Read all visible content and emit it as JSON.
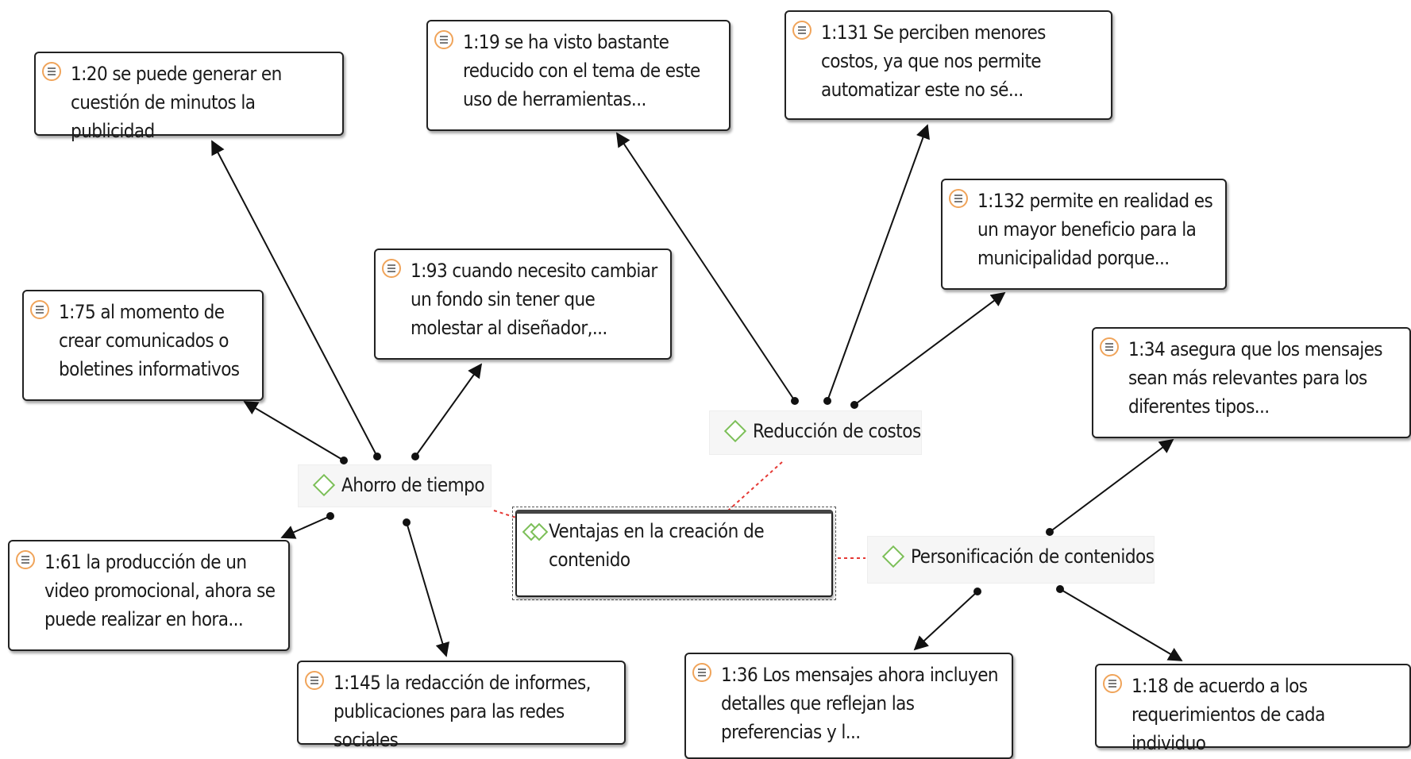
{
  "central": {
    "label": "Ventajas en la creación de contenido"
  },
  "codes": [
    {
      "id": "ahorro",
      "label": "Ahorro de tiempo"
    },
    {
      "id": "reduccion",
      "label": "Reducción de costos"
    },
    {
      "id": "personificacion",
      "label": "Personificación de contenidos"
    }
  ],
  "quotes": [
    {
      "id": "q1_20",
      "text": "1:20 se puede generar en cuestión de minutos la publicidad"
    },
    {
      "id": "q1_19",
      "text": "1:19 se ha visto bastante reducido con el tema de este uso de herramientas..."
    },
    {
      "id": "q1_131",
      "text": "1:131 Se perciben menores costos, ya que nos permite automatizar este no sé..."
    },
    {
      "id": "q1_132",
      "text": "1:132 permite en realidad es un mayor beneficio para la municipalidad porque..."
    },
    {
      "id": "q1_93",
      "text": "1:93 cuando necesito cambiar un fondo sin tener que molestar al diseñador,..."
    },
    {
      "id": "q1_75",
      "text": "1:75 al momento de crear comunicados o boletines informativos"
    },
    {
      "id": "q1_34",
      "text": "1:34 asegura que los mensajes sean más relevantes para los diferentes tipos..."
    },
    {
      "id": "q1_61",
      "text": "1:61 la producción de un video promocional, ahora se puede realizar en hora..."
    },
    {
      "id": "q1_145",
      "text": "1:145 la redacción de informes, publicaciones para las redes sociales"
    },
    {
      "id": "q1_36",
      "text": "1:36 Los mensajes ahora incluyen detalles que reflejan las preferencias y l..."
    },
    {
      "id": "q1_18",
      "text": "1:18 de acuerdo a los requerimientos de cada individuo"
    }
  ],
  "colors": {
    "code_icon": "#7cbf58",
    "quote_icon": "#f0a45a",
    "dashed_link": "#e53935",
    "arrow": "#111111"
  }
}
